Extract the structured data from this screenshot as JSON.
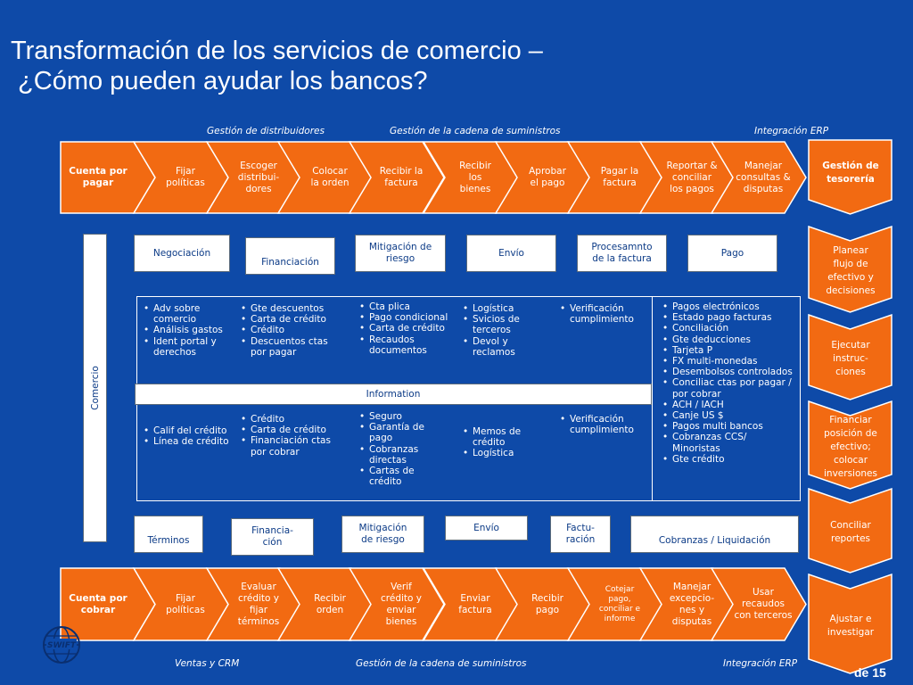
{
  "title": {
    "line1": "Transformación de los servicios de comercio –",
    "line2": " ¿Cómo pueden ayudar los bancos?"
  },
  "lanes_top": [
    "Gestión de distribuidores",
    "Gestión de la cadena de suministros",
    "Integración ERP"
  ],
  "lanes_bottom": [
    "Ventas y CRM",
    "Gestión de la cadena de suministros",
    "Integración ERP"
  ],
  "top_chevrons": [
    "Cuenta por\npagar",
    "Fijar\npolíticas",
    "Escoger\ndistribui-\ndores",
    "Colocar\nla orden",
    "Recibir la\nfactura",
    "Recibir\nlos\nbienes",
    "Aprobar\nel pago",
    "Pagar la\nfactura",
    "Reportar &\nconciliar\nlos pagos",
    "Manejar\nconsultas &\ndisputas"
  ],
  "bottom_chevrons": [
    "Cuenta por\ncobrar",
    "Fijar\npolíticas",
    "Evaluar\ncrédito y\nfijar\ntérminos",
    "Recibir\norden",
    "Verif\ncrédito y\nenviar\nbienes",
    "Enviar\nfactura",
    "Recibir\npago",
    "Cotejar\npago,\nconciliar e\ninforme",
    "Manejar\nexcepcio-\nnes y\ndisputas",
    "Usar\nrecaudos\ncon terceros"
  ],
  "treasury": [
    "Gestión de\ntesorería",
    "Planear\nflujo de\nefectivo y\ndecisiones",
    "Ejecutar\ninstruc-\nciones",
    "Financiar\nposición de\nefectivo;\ncolocar\ninversiones",
    "Conciliar\nreportes",
    "Ajustar e\ninvestigar"
  ],
  "comercio": "Comercio",
  "top_boxes": [
    "Negociación",
    "Financiación",
    "Mitigación de\nriesgo",
    "Envío",
    "Procesamnto\nde la factura",
    "Pago"
  ],
  "bottom_boxes": [
    "Términos",
    "Financia-\nción",
    "Mitigación\nde riesgo",
    "Envío",
    "Factu-\nración",
    "Cobranzas / Liquidación"
  ],
  "information": "Information",
  "upper_lists": [
    [
      "Adv sobre comercio",
      "Análisis gastos",
      "Ident portal y derechos"
    ],
    [
      "Gte descuentos",
      "Carta de crédito",
      "Crédito",
      "Descuentos ctas por pagar"
    ],
    [
      "Cta plica",
      "Pago condicional",
      "Carta de crédito",
      "Recaudos documentos"
    ],
    [
      "Logística",
      "Svicios de terceros",
      "Devol y reclamos"
    ],
    [
      "Verificación cumplimiento"
    ]
  ],
  "lower_lists": [
    [
      "Calif del crédito",
      "Línea de crédito"
    ],
    [
      "Crédito",
      "Carta de crédito",
      "Financiación ctas por cobrar"
    ],
    [
      "Seguro",
      "Garantía de pago",
      "Cobranzas directas",
      "Cartas de crédito"
    ],
    [
      "Memos de crédito",
      "Logística"
    ],
    [
      "Verificación cumplimiento"
    ]
  ],
  "right_list": [
    "Pagos electrónicos",
    "Estado pago facturas",
    "Conciliación",
    "Gte deducciones",
    "Tarjeta P",
    "FX multi-monedas",
    "Desembolsos controlados",
    "Conciliac ctas por pagar / por cobrar",
    "ACH / IACH",
    "Canje US $",
    "Pagos multi bancos",
    "Cobranzas CCS/ Minoristas",
    "Gte crédito"
  ],
  "logo_text": "SWIFT",
  "page_number": "de 15",
  "colors": {
    "background": "#0e4aa8",
    "chevron": "#f26a12",
    "text": "#ffffff",
    "box_text": "#0b3a86"
  }
}
